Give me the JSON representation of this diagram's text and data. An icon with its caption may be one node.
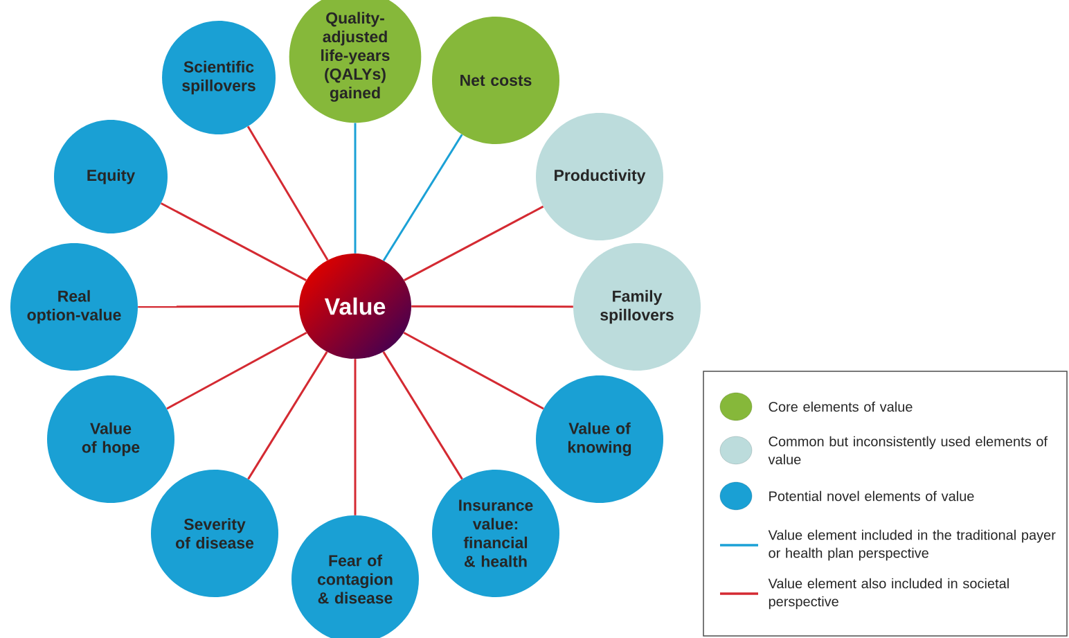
{
  "diagram": {
    "nodes": [
      {
        "text": [
          "Value"
        ]
      },
      {
        "text": [
          "Quality-adjusted life-years (QALYs) gained"
        ]
      },
      {
        "text": [
          "Net costs"
        ]
      },
      {
        "text": [
          "Productivity"
        ]
      },
      {
        "text": [
          "Family spillovers"
        ]
      },
      {
        "text": [
          "Value of knowing"
        ]
      },
      {
        "text": [
          "Insurance value: financial & health"
        ]
      },
      {
        "text": [
          "Fear of contagion & disease"
        ]
      },
      {
        "text": [
          "Severity of disease"
        ]
      },
      {
        "text": [
          "Value of hope"
        ]
      },
      {
        "text": [
          "Real option-value"
        ]
      },
      {
        "text": [
          "Equity"
        ]
      },
      {
        "text": [
          "Scientific spillovers"
        ]
      }
    ],
    "edges": [
      {
        "from": 0,
        "to": 1,
        "arrow": "none",
        "color": "#1ba1d6"
      },
      {
        "from": 0,
        "to": 2,
        "arrow": "none",
        "color": "#1ba1d6"
      },
      {
        "from": 0,
        "to": 3,
        "arrow": "none"
      },
      {
        "from": 0,
        "to": 4,
        "arrow": "none"
      },
      {
        "from": 0,
        "to": 5,
        "arrow": "none"
      },
      {
        "from": 0,
        "to": 6,
        "arrow": "none"
      },
      {
        "from": 0,
        "to": 7,
        "arrow": "none"
      },
      {
        "from": 0,
        "to": 8,
        "arrow": "none"
      },
      {
        "from": 0,
        "to": 9,
        "arrow": "none"
      },
      {
        "from": 0,
        "to": 10,
        "arrow": "none"
      },
      {
        "from": 0,
        "to": 11,
        "arrow": "none"
      },
      {
        "from": 0,
        "to": 12,
        "arrow": "none"
      }
    ],
    "legend": [
      {
        "text": "Core elements of value",
        "color": "#86b83a"
      },
      {
        "text": "Common but inconsistently used elements of value",
        "color": "#bcdcdc"
      },
      {
        "text": "Potential novel elements of value",
        "color": "#1aa0d4"
      },
      {
        "text": "Value element included in the traditional payer or health plan perspective"
      },
      {
        "text": "Value element also included in societal perspective"
      }
    ]
  }
}
